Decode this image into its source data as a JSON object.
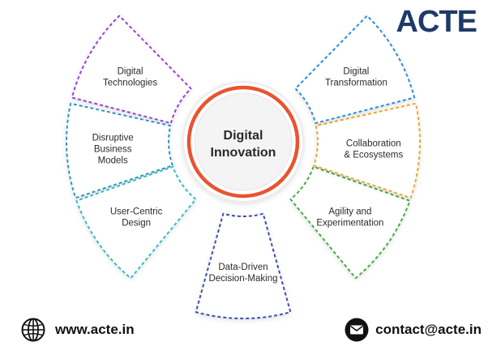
{
  "brand": {
    "logo_text": "ACTE"
  },
  "center": {
    "line1": "Digital",
    "line2": "Innovation",
    "ring_color": "#e9542f"
  },
  "segments": [
    {
      "id": "digital-technologies",
      "lines": [
        "Digital",
        "Technologies"
      ],
      "color": "#9b3fd6"
    },
    {
      "id": "disruptive-business-models",
      "lines": [
        "Disruptive",
        "Business",
        "Models"
      ],
      "color": "#2e97c4"
    },
    {
      "id": "user-centric-design",
      "lines": [
        "User-Centric",
        "Design"
      ],
      "color": "#3bb8c9"
    },
    {
      "id": "data-driven-decision-making",
      "lines": [
        "Data-Driven",
        "Decision-Making"
      ],
      "color": "#3f4fb0"
    },
    {
      "id": "agility-and-experimentation",
      "lines": [
        "Agility and",
        "Experimentation"
      ],
      "color": "#48a94a"
    },
    {
      "id": "collaboration-and-ecosystems",
      "lines": [
        "Collaboration",
        "& Ecosystems"
      ],
      "color": "#f2a72a"
    },
    {
      "id": "digital-transformation",
      "lines": [
        "Digital",
        "Transformation"
      ],
      "color": "#2e8ed6"
    }
  ],
  "footer": {
    "website": "www.acte.in",
    "email": "contact@acte.in",
    "globe_icon": "globe-icon",
    "mail_icon": "envelope-icon"
  }
}
